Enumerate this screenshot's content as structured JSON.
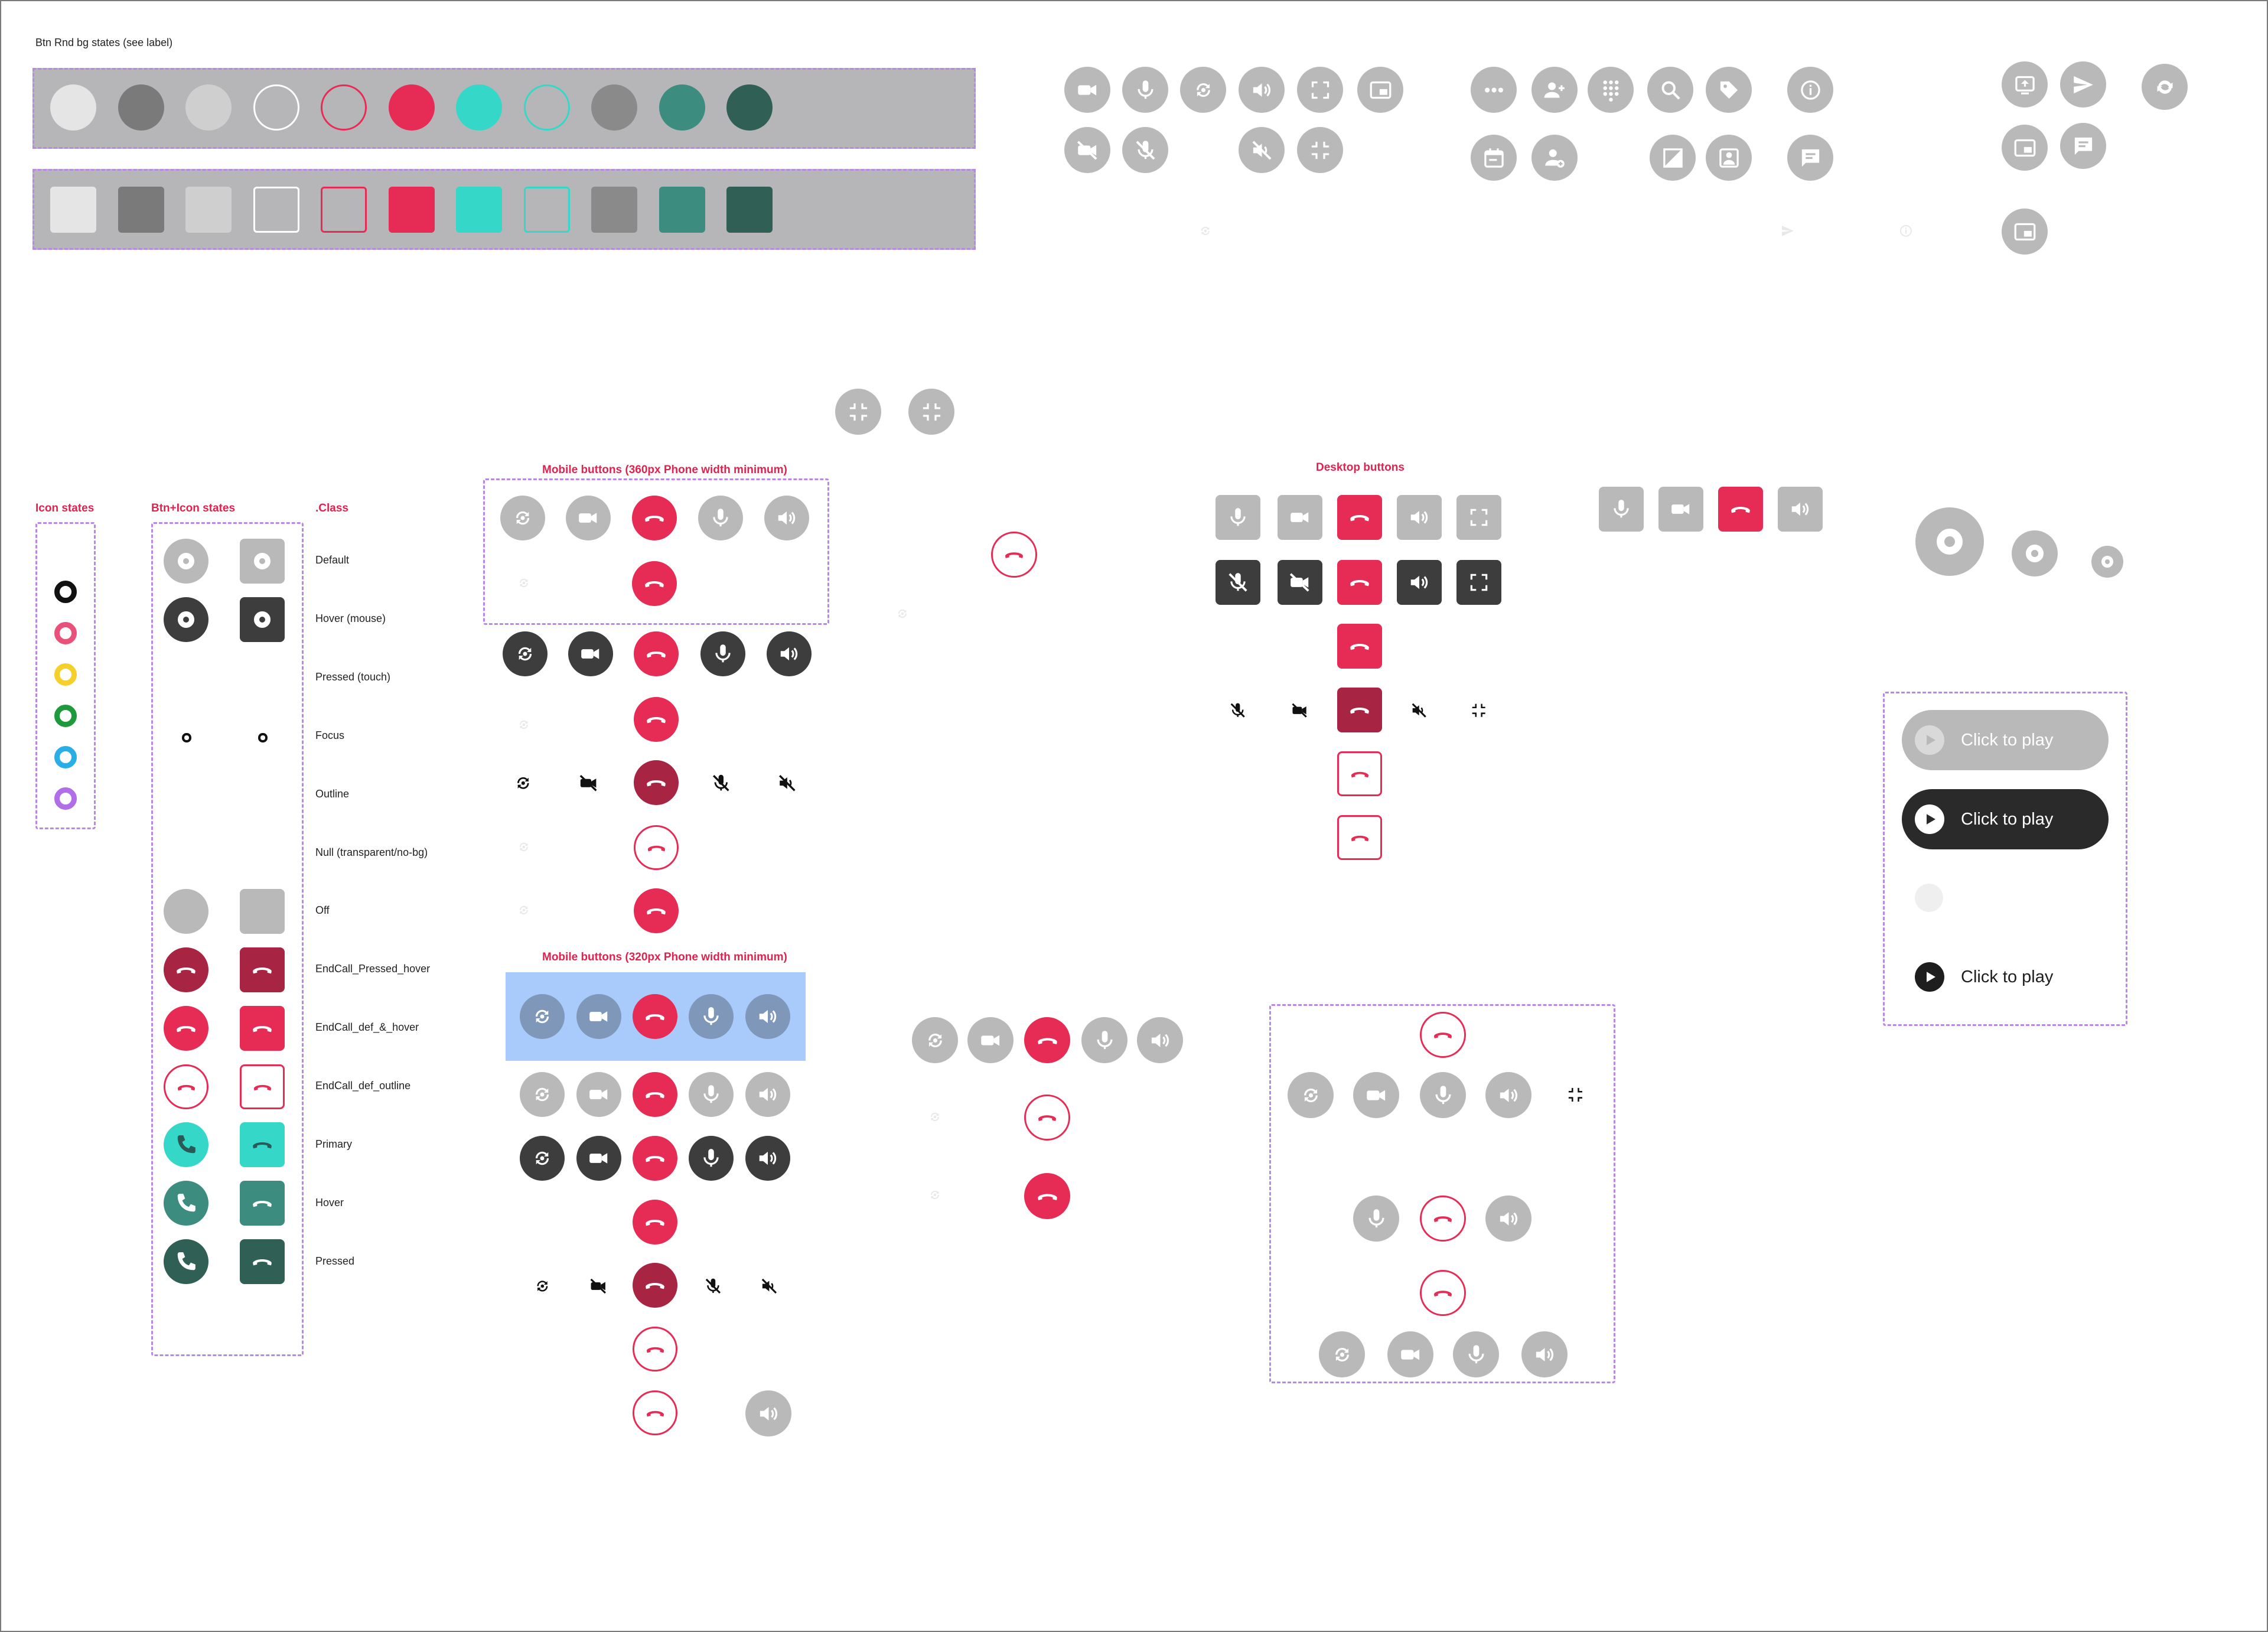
{
  "colors": {
    "grey": "#b9b9b9",
    "dark": "#3d3d3d",
    "red": "#e62c55",
    "dark_red": "#a82443",
    "teal": "#35d8c8",
    "mid_teal": "#3d8c80",
    "dark_teal": "#2f5f55",
    "accent_label": "#e0224f",
    "dashed_border": "#b888e6",
    "highlight_bg": "#a9cbfb"
  },
  "top_label": "Btn Rnd bg states (see label)",
  "section_titles": {
    "icon_states": "Icon states",
    "btn_icon_states": "Btn+Icon states",
    "class": ".Class",
    "mobile_360": "Mobile buttons (360px Phone width minimum)",
    "mobile_320": "Mobile buttons (320px Phone width minimum)",
    "desktop": "Desktop buttons"
  },
  "class_labels": [
    "Default",
    "Hover (mouse)",
    "Pressed (touch)",
    "Focus",
    "Outline",
    "Null (transparent/no-bg)",
    "Off",
    "EndCall_Pressed_hover",
    "EndCall_def_&_hover",
    "EndCall_def_outline",
    "Primary",
    "Hover",
    "Pressed"
  ],
  "icon_state_colors": [
    "#111111",
    "#e8517a",
    "#f5d02a",
    "#1e9a3c",
    "#29aee6",
    "#b06ee8"
  ],
  "play_buttons": {
    "label_1": "Click to play",
    "label_2": "Click to play",
    "label_3": "Click to play"
  },
  "icons": [
    "video-icon",
    "mic-icon",
    "switch-camera-icon",
    "volume-icon",
    "fullscreen-icon",
    "pip-icon",
    "video-off-icon",
    "mic-off-icon",
    "volume-off-icon",
    "exit-fullscreen-icon",
    "more-icon",
    "add-people-icon",
    "dialpad-icon",
    "search-icon",
    "tag-icon",
    "info-icon",
    "calendar-icon",
    "add-contact-icon",
    "contrast-icon",
    "image-icon",
    "chat-icon",
    "share-screen-icon",
    "send-icon",
    "refresh-icon",
    "end-call-icon",
    "phone-icon",
    "play-icon"
  ]
}
